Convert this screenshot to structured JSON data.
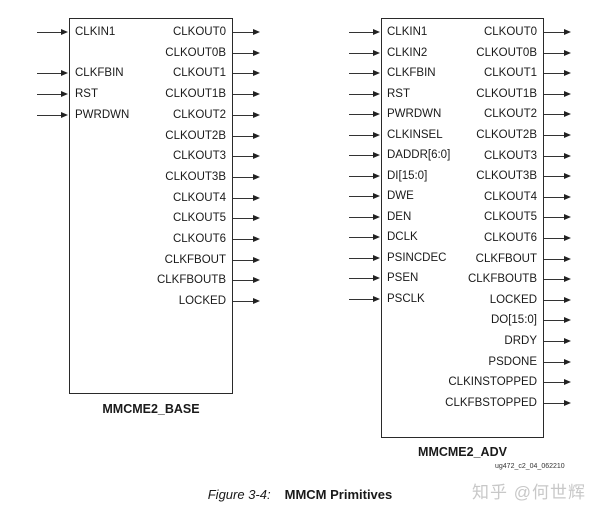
{
  "diagrams": [
    {
      "name": "MMCME2_BASE",
      "inputs": [
        {
          "label": "CLKIN1",
          "row": 0
        },
        {
          "label": "CLKFBIN",
          "row": 2
        },
        {
          "label": "RST",
          "row": 3
        },
        {
          "label": "PWRDWN",
          "row": 4
        }
      ],
      "outputs": [
        "CLKOUT0",
        "CLKOUT0B",
        "CLKOUT1",
        "CLKOUT1B",
        "CLKOUT2",
        "CLKOUT2B",
        "CLKOUT3",
        "CLKOUT3B",
        "CLKOUT4",
        "CLKOUT5",
        "CLKOUT6",
        "CLKFBOUT",
        "CLKFBOUTB",
        "LOCKED"
      ]
    },
    {
      "name": "MMCME2_ADV",
      "inputs": [
        "CLKIN1",
        "CLKIN2",
        "CLKFBIN",
        "RST",
        "PWRDWN",
        "CLKINSEL",
        "DADDR[6:0]",
        "DI[15:0]",
        "DWE",
        "DEN",
        "DCLK",
        "PSINCDEC",
        "PSEN",
        "PSCLK"
      ],
      "outputs": [
        "CLKOUT0",
        "CLKOUT0B",
        "CLKOUT1",
        "CLKOUT1B",
        "CLKOUT2",
        "CLKOUT2B",
        "CLKOUT3",
        "CLKOUT3B",
        "CLKOUT4",
        "CLKOUT5",
        "CLKOUT6",
        "CLKFBOUT",
        "CLKFBOUTB",
        "LOCKED",
        "DO[15:0]",
        "DRDY",
        "PSDONE",
        "CLKINSTOPPED",
        "CLKFBSTOPPED"
      ]
    }
  ],
  "labels": {
    "base_title": "MMCME2_BASE",
    "adv_title": "MMCME2_ADV",
    "ref_code": "ug472_c2_04_062210",
    "watermark": "知乎 @何世辉",
    "figure_number": "Figure 3-4:",
    "figure_caption": "MMCM Primitives"
  }
}
